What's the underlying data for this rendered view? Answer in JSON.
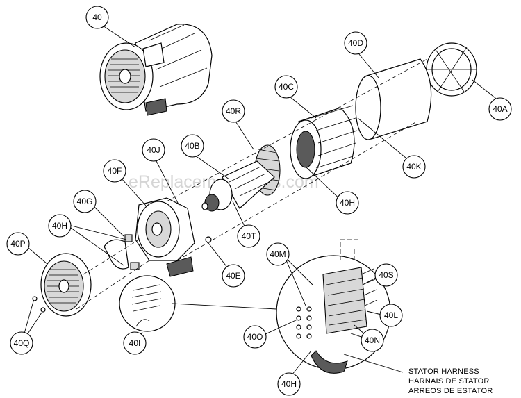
{
  "watermark": "eReplacementParts.com",
  "callouts": [
    {
      "id": "40"
    },
    {
      "id": "40D"
    },
    {
      "id": "40C"
    },
    {
      "id": "40A"
    },
    {
      "id": "40R"
    },
    {
      "id": "40K"
    },
    {
      "id": "40B"
    },
    {
      "id": "40J"
    },
    {
      "id": "40F"
    },
    {
      "id": "40H"
    },
    {
      "id": "40G"
    },
    {
      "id": "40T"
    },
    {
      "id": "40E"
    },
    {
      "id": "40P"
    },
    {
      "id": "40M"
    },
    {
      "id": "40S"
    },
    {
      "id": "40L"
    },
    {
      "id": "40O"
    },
    {
      "id": "40N"
    },
    {
      "id": "40Q"
    },
    {
      "id": "40I"
    }
  ],
  "labels": {
    "40": "40",
    "40D": "40D",
    "40C": "40C",
    "40A": "40A",
    "40R": "40R",
    "40K": "40K",
    "40B": "40B",
    "40J": "40J",
    "40F": "40F",
    "40H_a": "40H",
    "40H_b": "40H",
    "40H_c": "40H",
    "40G": "40G",
    "40T": "40T",
    "40E": "40E",
    "40P": "40P",
    "40M": "40M",
    "40S": "40S",
    "40L": "40L",
    "40O": "40O",
    "40N": "40N",
    "40Q": "40Q",
    "40I": "40I"
  },
  "stator_harness": {
    "line1": "STATOR HARNESS",
    "line2": "HARNAIS DE STATOR",
    "line3": "ARREOS DE ESTATOR"
  }
}
